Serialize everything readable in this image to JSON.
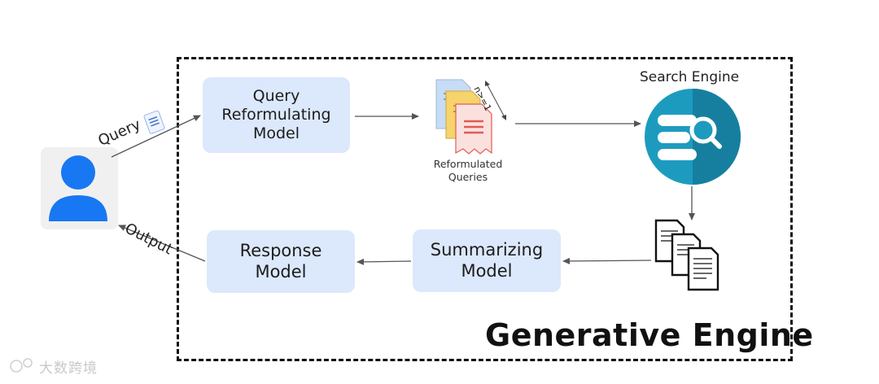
{
  "title": "Generative Engine",
  "nodes": {
    "query_model": "Query\nReformulating\nModel",
    "summarizing_model": "Summarizing\nModel",
    "response_model": "Response\nModel"
  },
  "search_engine_label": "Search Engine",
  "reformulated_label": "Reformulated\nQueries",
  "count_label": "n>=1",
  "edges": {
    "query": "Query",
    "output": "Output"
  },
  "colors": {
    "box_fill": "#dce8fb",
    "search_engine": "#1d9bbf",
    "user": "#1877f2",
    "doc_red": "#e15b57",
    "doc_yellow": "#f6d36b",
    "doc_blue": "#c7dcf5"
  },
  "watermark": "大数跨境"
}
